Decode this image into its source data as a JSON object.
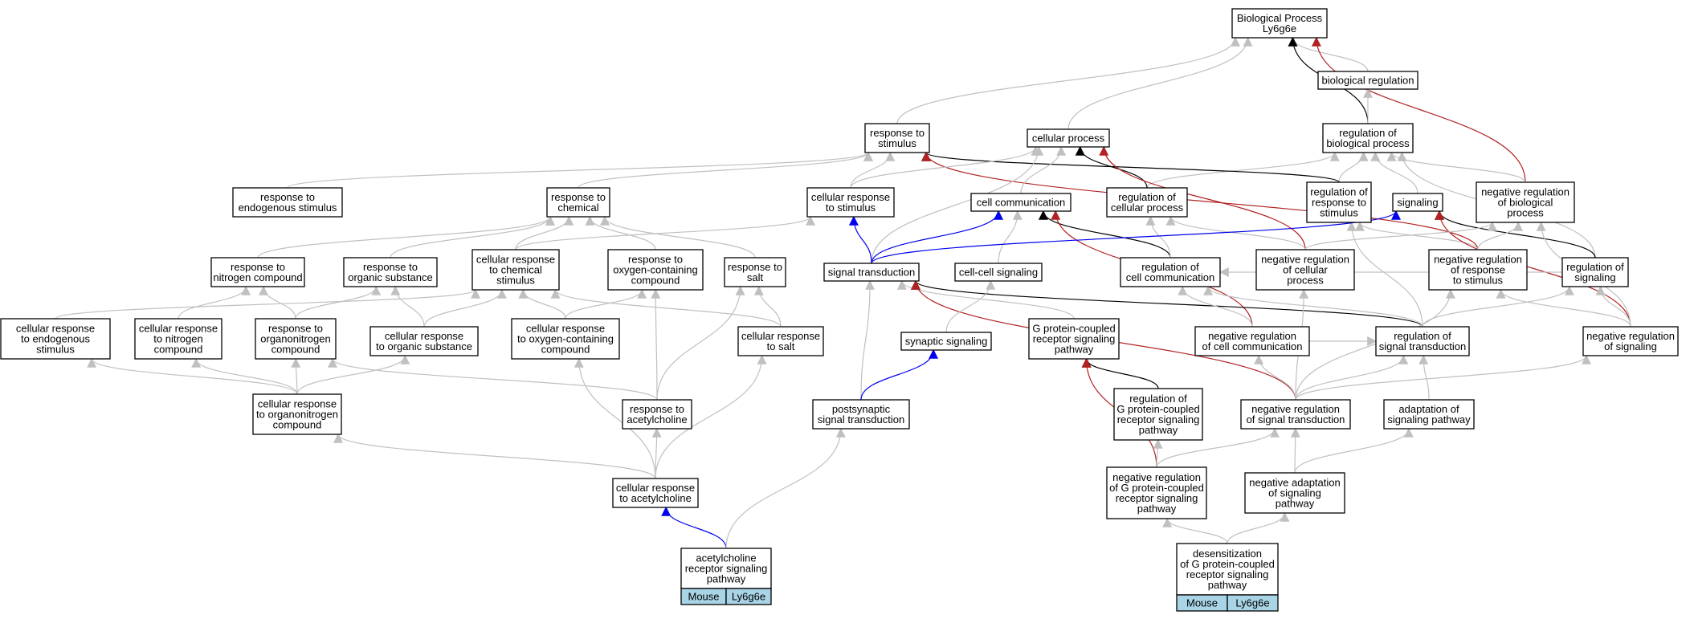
{
  "nodes": [
    {
      "id": "bp",
      "lines": [
        "Biological Process",
        "Ly6g6e"
      ]
    },
    {
      "id": "bioreg",
      "lines": [
        "biological regulation"
      ]
    },
    {
      "id": "regbio",
      "lines": [
        "regulation of",
        "biological process"
      ]
    },
    {
      "id": "stim",
      "lines": [
        "response to",
        "stimulus"
      ]
    },
    {
      "id": "cellproc",
      "lines": [
        "cellular process"
      ]
    },
    {
      "id": "endo",
      "lines": [
        "response to",
        "endogenous stimulus"
      ]
    },
    {
      "id": "chem",
      "lines": [
        "response to",
        "chemical"
      ]
    },
    {
      "id": "cstim",
      "lines": [
        "cellular response",
        "to stimulus"
      ]
    },
    {
      "id": "cellcomm",
      "lines": [
        "cell communication"
      ]
    },
    {
      "id": "regcp",
      "lines": [
        "regulation of",
        "cellular process"
      ]
    },
    {
      "id": "regrs",
      "lines": [
        "regulation of",
        "response to",
        "stimulus"
      ]
    },
    {
      "id": "signaling",
      "lines": [
        "signaling"
      ]
    },
    {
      "id": "negbio",
      "lines": [
        "negative regulation",
        "of biological",
        "process"
      ]
    },
    {
      "id": "nitro",
      "lines": [
        "response to",
        "nitrogen compound"
      ]
    },
    {
      "id": "orgsub",
      "lines": [
        "response to",
        "organic substance"
      ]
    },
    {
      "id": "cchem",
      "lines": [
        "cellular response",
        "to chemical",
        "stimulus"
      ]
    },
    {
      "id": "oxy",
      "lines": [
        "response to",
        "oxygen-containing",
        "compound"
      ]
    },
    {
      "id": "salt",
      "lines": [
        "response to",
        "salt"
      ]
    },
    {
      "id": "sigtrans",
      "lines": [
        "signal transduction"
      ]
    },
    {
      "id": "ccsig",
      "lines": [
        "cell-cell signaling"
      ]
    },
    {
      "id": "regcc",
      "lines": [
        "regulation of",
        "cell communication"
      ]
    },
    {
      "id": "negcp",
      "lines": [
        "negative regulation",
        "of cellular",
        "process"
      ]
    },
    {
      "id": "negrs",
      "lines": [
        "negative regulation",
        "of response",
        "to stimulus"
      ]
    },
    {
      "id": "regsig",
      "lines": [
        "regulation of",
        "signaling"
      ]
    },
    {
      "id": "cendo",
      "lines": [
        "cellular response",
        "to endogenous",
        "stimulus"
      ]
    },
    {
      "id": "cnitro",
      "lines": [
        "cellular response",
        "to nitrogen",
        "compound"
      ]
    },
    {
      "id": "orgn",
      "lines": [
        "response to",
        "organonitrogen",
        "compound"
      ]
    },
    {
      "id": "corg",
      "lines": [
        "cellular response",
        "to organic substance"
      ]
    },
    {
      "id": "coxy",
      "lines": [
        "cellular response",
        "to oxygen-containing",
        "compound"
      ]
    },
    {
      "id": "csalt",
      "lines": [
        "cellular response",
        "to salt"
      ]
    },
    {
      "id": "synsig",
      "lines": [
        "synaptic signaling"
      ]
    },
    {
      "id": "gpcr",
      "lines": [
        "G protein-coupled",
        "receptor signaling",
        "pathway"
      ]
    },
    {
      "id": "negcc",
      "lines": [
        "negative regulation",
        "of cell communication"
      ]
    },
    {
      "id": "regst",
      "lines": [
        "regulation of",
        "signal transduction"
      ]
    },
    {
      "id": "negsig",
      "lines": [
        "negative regulation",
        "of signaling"
      ]
    },
    {
      "id": "corgn",
      "lines": [
        "cellular response",
        "to organonitrogen",
        "compound"
      ]
    },
    {
      "id": "ach",
      "lines": [
        "response to",
        "acetylcholine"
      ]
    },
    {
      "id": "postsyn",
      "lines": [
        "postsynaptic",
        "signal transduction"
      ]
    },
    {
      "id": "reggpcr",
      "lines": [
        "regulation of",
        "G protein-coupled",
        "receptor signaling",
        "pathway"
      ]
    },
    {
      "id": "negst",
      "lines": [
        "negative regulation",
        "of signal transduction"
      ]
    },
    {
      "id": "adapt",
      "lines": [
        "adaptation of",
        "signaling pathway"
      ]
    },
    {
      "id": "cach",
      "lines": [
        "cellular response",
        "to acetylcholine"
      ]
    },
    {
      "id": "neggpcr",
      "lines": [
        "negative regulation",
        "of G protein-coupled",
        "receptor signaling",
        "pathway"
      ]
    },
    {
      "id": "negadapt",
      "lines": [
        "negative adaptation",
        "of signaling",
        "pathway"
      ]
    },
    {
      "id": "achr",
      "lines": [
        "acetylcholine",
        "receptor signaling",
        "pathway"
      ],
      "tags": [
        "Mouse",
        "Ly6g6e"
      ]
    },
    {
      "id": "desens",
      "lines": [
        "desensitization",
        "of G protein-coupled",
        "receptor signaling",
        "pathway"
      ],
      "tags": [
        "Mouse",
        "Ly6g6e"
      ]
    }
  ],
  "edges": [
    {
      "from": "bioreg",
      "to": "bp",
      "kind": "is_a"
    },
    {
      "from": "regbio",
      "to": "bp",
      "kind": "regulates"
    },
    {
      "from": "negbio",
      "to": "bp",
      "kind": "neg"
    },
    {
      "from": "stim",
      "to": "bp",
      "kind": "is_a"
    },
    {
      "from": "cellproc",
      "to": "bp",
      "kind": "is_a"
    },
    {
      "from": "regbio",
      "to": "bioreg",
      "kind": "is_a"
    },
    {
      "from": "regcp",
      "to": "regbio",
      "kind": "is_a"
    },
    {
      "from": "regrs",
      "to": "regbio",
      "kind": "is_a"
    },
    {
      "from": "signaling",
      "to": "regbio",
      "kind": "is_a"
    },
    {
      "from": "negbio",
      "to": "regbio",
      "kind": "is_a"
    },
    {
      "from": "regsig",
      "to": "regbio",
      "kind": "is_a"
    },
    {
      "from": "endo",
      "to": "stim",
      "kind": "is_a"
    },
    {
      "from": "chem",
      "to": "stim",
      "kind": "is_a"
    },
    {
      "from": "cstim",
      "to": "stim",
      "kind": "is_a"
    },
    {
      "from": "regrs",
      "to": "stim",
      "kind": "regulates"
    },
    {
      "from": "negrs",
      "to": "stim",
      "kind": "neg"
    },
    {
      "from": "cstim",
      "to": "cellproc",
      "kind": "is_a"
    },
    {
      "from": "cellcomm",
      "to": "cellproc",
      "kind": "is_a"
    },
    {
      "from": "sigtrans",
      "to": "cellproc",
      "kind": "is_a"
    },
    {
      "from": "regcp",
      "to": "cellproc",
      "kind": "regulates"
    },
    {
      "from": "negcp",
      "to": "cellproc",
      "kind": "neg"
    },
    {
      "from": "nitro",
      "to": "chem",
      "kind": "is_a"
    },
    {
      "from": "orgsub",
      "to": "chem",
      "kind": "is_a"
    },
    {
      "from": "cchem",
      "to": "chem",
      "kind": "is_a"
    },
    {
      "from": "oxy",
      "to": "chem",
      "kind": "is_a"
    },
    {
      "from": "salt",
      "to": "chem",
      "kind": "is_a"
    },
    {
      "from": "sigtrans",
      "to": "cstim",
      "kind": "part_of"
    },
    {
      "from": "cchem",
      "to": "cstim",
      "kind": "is_a"
    },
    {
      "from": "sigtrans",
      "to": "cellcomm",
      "kind": "part_of"
    },
    {
      "from": "ccsig",
      "to": "cellcomm",
      "kind": "is_a"
    },
    {
      "from": "regcc",
      "to": "cellcomm",
      "kind": "regulates"
    },
    {
      "from": "negcc",
      "to": "cellcomm",
      "kind": "neg"
    },
    {
      "from": "regcc",
      "to": "regcp",
      "kind": "is_a"
    },
    {
      "from": "negcp",
      "to": "regcp",
      "kind": "is_a"
    },
    {
      "from": "regst",
      "to": "regrs",
      "kind": "is_a"
    },
    {
      "from": "negrs",
      "to": "regrs",
      "kind": "is_a"
    },
    {
      "from": "sigtrans",
      "to": "signaling",
      "kind": "part_of"
    },
    {
      "from": "regsig",
      "to": "signaling",
      "kind": "regulates"
    },
    {
      "from": "negsig",
      "to": "signaling",
      "kind": "neg"
    },
    {
      "from": "negcp",
      "to": "negbio",
      "kind": "is_a"
    },
    {
      "from": "negrs",
      "to": "negbio",
      "kind": "is_a"
    },
    {
      "from": "negsig",
      "to": "negbio",
      "kind": "is_a"
    },
    {
      "from": "orgn",
      "to": "nitro",
      "kind": "is_a"
    },
    {
      "from": "cnitro",
      "to": "nitro",
      "kind": "is_a"
    },
    {
      "from": "orgn",
      "to": "orgsub",
      "kind": "is_a"
    },
    {
      "from": "corg",
      "to": "orgsub",
      "kind": "is_a"
    },
    {
      "from": "corg",
      "to": "cchem",
      "kind": "is_a"
    },
    {
      "from": "coxy",
      "to": "cchem",
      "kind": "is_a"
    },
    {
      "from": "csalt",
      "to": "cchem",
      "kind": "is_a"
    },
    {
      "from": "cendo",
      "to": "cchem",
      "kind": "is_a"
    },
    {
      "from": "coxy",
      "to": "oxy",
      "kind": "is_a"
    },
    {
      "from": "ach",
      "to": "oxy",
      "kind": "is_a"
    },
    {
      "from": "csalt",
      "to": "salt",
      "kind": "is_a"
    },
    {
      "from": "ach",
      "to": "salt",
      "kind": "is_a"
    },
    {
      "from": "gpcr",
      "to": "sigtrans",
      "kind": "is_a"
    },
    {
      "from": "postsyn",
      "to": "sigtrans",
      "kind": "is_a"
    },
    {
      "from": "regst",
      "to": "sigtrans",
      "kind": "regulates"
    },
    {
      "from": "negst",
      "to": "sigtrans",
      "kind": "neg"
    },
    {
      "from": "synsig",
      "to": "ccsig",
      "kind": "is_a"
    },
    {
      "from": "negcc",
      "to": "regcc",
      "kind": "is_a"
    },
    {
      "from": "regst",
      "to": "regcc",
      "kind": "is_a"
    },
    {
      "from": "regsig",
      "to": "regcc",
      "kind": "is_a"
    },
    {
      "from": "negst",
      "to": "negcp",
      "kind": "is_a"
    },
    {
      "from": "negsig",
      "to": "negrs",
      "kind": "is_a"
    },
    {
      "from": "negst",
      "to": "negrs",
      "kind": "is_a"
    },
    {
      "from": "negsig",
      "to": "regsig",
      "kind": "is_a"
    },
    {
      "from": "regst",
      "to": "regsig",
      "kind": "is_a"
    },
    {
      "from": "corgn",
      "to": "cendo",
      "kind": "is_a"
    },
    {
      "from": "corgn",
      "to": "cnitro",
      "kind": "is_a"
    },
    {
      "from": "corgn",
      "to": "orgn",
      "kind": "is_a"
    },
    {
      "from": "corgn",
      "to": "corg",
      "kind": "is_a"
    },
    {
      "from": "ach",
      "to": "orgn",
      "kind": "is_a"
    },
    {
      "from": "cach",
      "to": "coxy",
      "kind": "is_a"
    },
    {
      "from": "cach",
      "to": "csalt",
      "kind": "is_a"
    },
    {
      "from": "cach",
      "to": "ach",
      "kind": "is_a"
    },
    {
      "from": "cach",
      "to": "corgn",
      "kind": "is_a"
    },
    {
      "from": "postsyn",
      "to": "synsig",
      "kind": "part_of"
    },
    {
      "from": "reggpcr",
      "to": "gpcr",
      "kind": "regulates"
    },
    {
      "from": "neggpcr",
      "to": "gpcr",
      "kind": "neg"
    },
    {
      "from": "negcc",
      "to": "regst",
      "kind": "is_a"
    },
    {
      "from": "negst",
      "to": "regst",
      "kind": "is_a"
    },
    {
      "from": "adapt",
      "to": "regst",
      "kind": "is_a"
    },
    {
      "from": "negst",
      "to": "negcc",
      "kind": "is_a"
    },
    {
      "from": "negst",
      "to": "negsig",
      "kind": "is_a"
    },
    {
      "from": "neggpcr",
      "to": "reggpcr",
      "kind": "is_a"
    },
    {
      "from": "neggpcr",
      "to": "negst",
      "kind": "is_a"
    },
    {
      "from": "negadapt",
      "to": "negst",
      "kind": "is_a"
    },
    {
      "from": "negadapt",
      "to": "adapt",
      "kind": "is_a"
    },
    {
      "from": "achr",
      "to": "cach",
      "kind": "part_of"
    },
    {
      "from": "achr",
      "to": "postsyn",
      "kind": "is_a"
    },
    {
      "from": "desens",
      "to": "neggpcr",
      "kind": "is_a"
    },
    {
      "from": "desens",
      "to": "negadapt",
      "kind": "is_a"
    }
  ],
  "edge_colors": {
    "is_a": "#c0c0c0",
    "part_of": "#0000ee",
    "regulates": "#000000",
    "neg": "#b22222"
  },
  "tag_color": "#a8d4e6"
}
